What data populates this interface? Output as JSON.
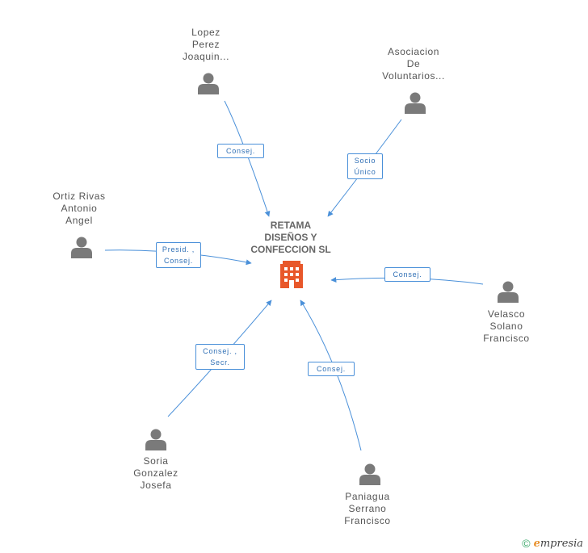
{
  "center": {
    "name": "RETAMA\nDISEÑOS Y\nCONFECCION SL",
    "icon": "building-icon",
    "color": "#e8572a"
  },
  "people": [
    {
      "id": "lopez",
      "name": "Lopez\nPerez\nJoaquin...",
      "role": "Consej."
    },
    {
      "id": "asociacion",
      "name": "Asociacion\nDe\nVoluntarios...",
      "role": "Socio\nÚnico"
    },
    {
      "id": "ortiz",
      "name": "Ortiz Rivas\nAntonio\nAngel",
      "role": "Presid. ,\nConsej."
    },
    {
      "id": "velasco",
      "name": "Velasco\nSolano\nFrancisco",
      "role": "Consej."
    },
    {
      "id": "soria",
      "name": "Soria\nGonzalez\nJosefa",
      "role": "Consej. ,\nSecr."
    },
    {
      "id": "paniagua",
      "name": "Paniagua\nSerrano\nFrancisco",
      "role": "Consej."
    }
  ],
  "colors": {
    "edge": "#4a90d9",
    "person": "#7a7a7a"
  },
  "footer": {
    "copyright": "©",
    "brand_initial": "e",
    "brand_rest": "mpresia"
  }
}
